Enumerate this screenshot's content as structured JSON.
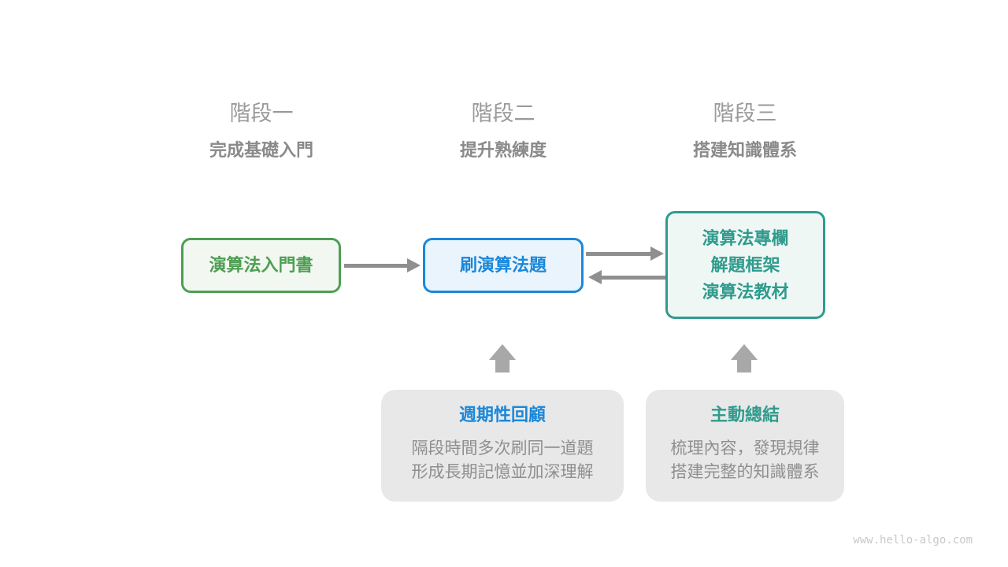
{
  "stages": [
    {
      "label": "階段一",
      "subtitle": "完成基礎入門"
    },
    {
      "label": "階段二",
      "subtitle": "提升熟練度"
    },
    {
      "label": "階段三",
      "subtitle": "搭建知識體系"
    }
  ],
  "boxes": [
    {
      "lines": [
        "演算法入門書"
      ]
    },
    {
      "lines": [
        "刷演算法題"
      ]
    },
    {
      "lines": [
        "演算法專欄",
        "解題框架",
        "演算法教材"
      ]
    }
  ],
  "notes": [
    {
      "title": "週期性回顧",
      "body": [
        "隔段時間多次刷同一道題",
        "形成長期記憶並加深理解"
      ]
    },
    {
      "title": "主動總結",
      "body": [
        "梳理內容，發現規律",
        "搭建完整的知識體系"
      ]
    }
  ],
  "watermark": "www.hello-algo.com",
  "colors": {
    "green": "#4e9e53",
    "green_bg": "#f2f8f1",
    "blue": "#1b87d9",
    "blue_bg": "#eaf4fc",
    "teal": "#2f9b8d",
    "teal_bg": "#eff7f5",
    "note_bg": "#e8e8e8",
    "horizontal_arrow": "#8f8f8f",
    "up_arrow": "#a8a8a8",
    "stage_label": "#9a9a9a",
    "stage_subtitle": "#8a8a8a",
    "note_body": "#8f8f8f",
    "watermark": "#c9c9c9"
  }
}
